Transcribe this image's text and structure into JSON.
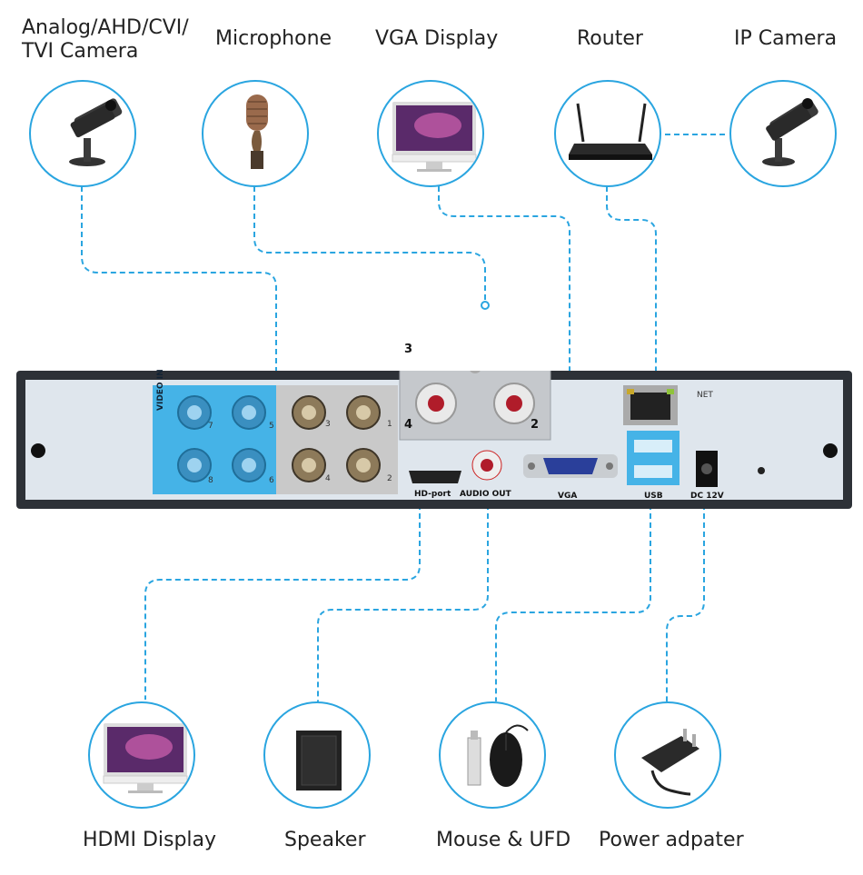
{
  "devices_top": [
    {
      "id": "analog-camera",
      "label_line1": "Analog/AHD/CVI/",
      "label_line2": "TVI Camera",
      "icon": "cctv-camera-icon"
    },
    {
      "id": "microphone",
      "label": "Microphone",
      "icon": "microphone-icon"
    },
    {
      "id": "vga-display",
      "label": "VGA Display",
      "icon": "monitor-icon"
    },
    {
      "id": "router",
      "label": "Router",
      "icon": "router-icon"
    },
    {
      "id": "ip-camera",
      "label": "IP Camera",
      "icon": "cctv-camera-icon"
    }
  ],
  "devices_bottom": [
    {
      "id": "hdmi-display",
      "label": "HDMI Display",
      "icon": "monitor-icon"
    },
    {
      "id": "speaker",
      "label": "Speaker",
      "icon": "speaker-icon"
    },
    {
      "id": "mouse-ufd",
      "label": "Mouse & UFD",
      "icon": "mouse-usb-icon"
    },
    {
      "id": "power-adapter",
      "label": "Power adpater",
      "icon": "power-adapter-icon"
    }
  ],
  "panel": {
    "video_in": "VIDEO IN",
    "bnc_numbers": [
      "7",
      "5",
      "8",
      "6",
      "3",
      "1",
      "4",
      "2"
    ],
    "audio_numbers": [
      "3",
      "4",
      "2"
    ],
    "hd_port": "HD-port",
    "audio_out": "AUDIO OUT",
    "vga": "VGA",
    "net": "NET",
    "usb": "USB",
    "dc": "DC 12V"
  },
  "colors": {
    "accent": "#2aa5e0",
    "panel": "#dfe6ed",
    "frame": "#2d3137",
    "highlight": "#45b3e7"
  }
}
